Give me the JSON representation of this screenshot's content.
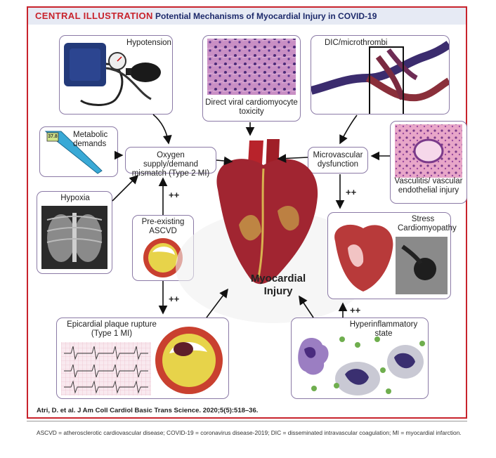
{
  "header": {
    "label": "CENTRAL ILLUSTRATION",
    "title": "Potential Mechanisms of Myocardial Injury in COVID-19"
  },
  "nodes": {
    "hypotension": "Hypotension",
    "direct_viral": "Direct viral cardiomyocyte toxicity",
    "dic": "DIC/microthrombi",
    "metabolic": "Metabolic demands",
    "oxygen": "Oxygen supply/demand mismatch (Type 2 MI)",
    "microvascular": "Microvascular dysfunction",
    "vasculitis": "Vasculitis/ vascular endothelial injury",
    "hypoxia": "Hypoxia",
    "preexisting": "Pre-existing ASCVD",
    "stress": "Stress Cardiomyopathy",
    "myocardial_injury": "Myocardial Injury",
    "epicardial": "Epicardial plaque rupture (Type 1 MI)",
    "hyperinflammatory": "Hyperinflammatory state",
    "thermometer_reading": "37.8"
  },
  "edge_labels": {
    "preexisting_to_oxygen": "++",
    "microvascular_to_stress": "++",
    "preexisting_to_epicardial": "++",
    "hyperinflammatory_to_stress": "++"
  },
  "citation": "Atri, D. et al. J Am Coll Cardiol Basic Trans Science. 2020;5(5):518–36.",
  "footnote": "ASCVD = atherosclerotic cardiovascular disease; COVID-19 = coronavirus disease-2019; DIC = disseminated intravascular coagulation; MI = myocardial infarction."
}
